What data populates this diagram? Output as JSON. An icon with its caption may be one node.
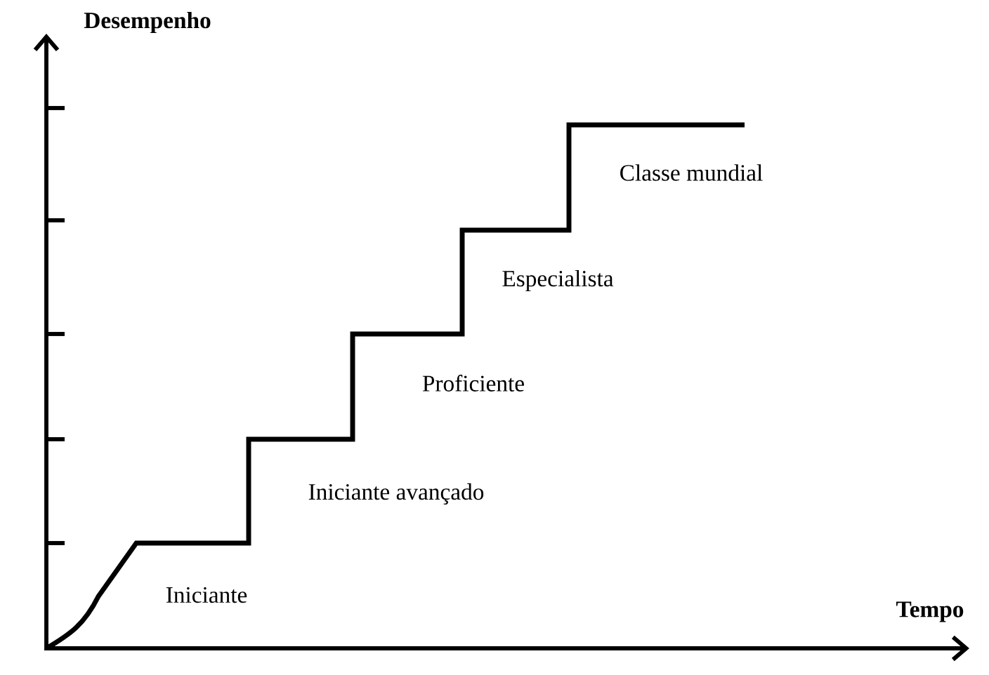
{
  "diagram": {
    "labels": [
      "Desempenho",
      "Classe mundial",
      "Especialista",
      "Proficiente",
      "Iniciante avançado",
      "Iniciante",
      "Tempo"
    ]
  }
}
